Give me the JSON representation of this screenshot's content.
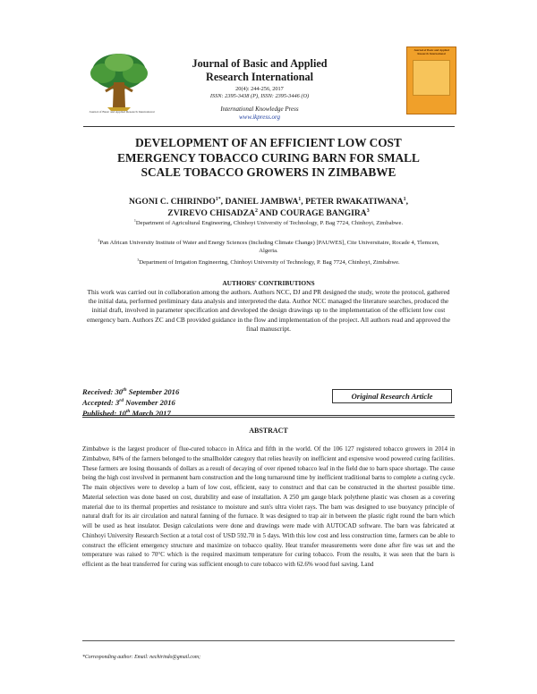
{
  "journal": {
    "logo_caption": "Journal of Basic and Applied Research International",
    "title": "Journal of Basic and Applied Research International",
    "volume": "20(4): 244-256, 2017",
    "issn": "ISSN: 2395-3438 (P), ISSN: 2395-3446 (O)",
    "publisher": "International Knowledge Press",
    "website": "www.ikpress.org",
    "cover_title": "Journal of Basic and Applied Research International"
  },
  "article": {
    "title": "DEVELOPMENT OF AN EFFICIENT LOW COST EMERGENCY TOBACCO CURING BARN FOR SMALL SCALE TOBACCO GROWERS IN ZIMBABWE",
    "authors": [
      {
        "name": "NGONI C. CHIRINDO",
        "sup": "1*"
      },
      {
        "name": "DANIEL JAMBWA",
        "sup": "1"
      },
      {
        "name": "PETER RWAKATIWANA",
        "sup": "1"
      },
      {
        "name": "ZVIREVO CHISADZA",
        "sup": "2"
      },
      {
        "name": "COURAGE BANGIRA",
        "sup": "3"
      }
    ],
    "affiliations": [
      {
        "num": "1",
        "text": "Department of Agricultural Engineering, Chinhoyi University of Technology, P. Bag 7724, Chinhoyi, Zimbabwe."
      },
      {
        "num": "2",
        "text": "Pan African University Institute of Water and Energy Sciences (Including Climate Change) [PAUWES], Cite Universitaire, Rocade 4, Tlemcen, Algeria."
      },
      {
        "num": "3",
        "text": "Department of Irrigation Engineering, Chinhoyi University of Technology, P. Bag 7724, Chinhoyi, Zimbabwe."
      }
    ],
    "contrib_heading": "AUTHORS' CONTRIBUTIONS",
    "contributions": "This work was carried out in collaboration among the authors. Authors NCC, DJ and PR designed the study, wrote the protocol, gathered the initial data, performed preliminary data analysis and interpreted the data. Author NCC managed the literature searches, produced the initial draft, involved in parameter specification and developed the design drawings up to the implementation of the efficient low cost emergency barn. Authors ZC and CB provided guidance in the flow and implementation of the project. All authors read and approved the final manuscript.",
    "dates": {
      "received": {
        "label": "Received: 30",
        "sup": "th",
        "rest": " September 2016"
      },
      "accepted": {
        "label": "Accepted: 3",
        "sup": "rd",
        "rest": " November 2016"
      },
      "published": {
        "label": "Published: 10",
        "sup": "th",
        "rest": " March 2017"
      }
    },
    "article_type": "Original Research Article",
    "abstract_heading": "ABSTRACT",
    "abstract": "Zimbabwe is the largest producer of flue-cured tobacco in Africa and fifth in the world. Of the 106 127 registered tobacco growers in 2014 in Zimbabwe, 84% of the farmers belonged to the smallholder category that relies heavily on inefficient and expensive wood powered curing facilities. These farmers are losing thousands of dollars as a result of decaying of over ripened tobacco leaf in the field due to barn space shortage. The cause being the high cost involved in permanent barn construction and the long turnaround time by inefficient traditional barns to complete a curing cycle. The main objectives were to develop a barn of low cost, efficient, easy to construct and that can be constructed in the shortest possible time. Material selection was done based on cost, durability and ease of installation. A 250 µm gauge black polythene plastic was chosen as a covering material due to its thermal properties and resistance to moisture and sun's ultra violet rays. The barn was designed to use buoyancy principle of natural draft for its air circulation and natural fanning of the furnace. It was designed to trap air in between the plastic right round the barn which will be used as heat insulator. Design calculations were done and drawings were made with AUTOCAD software. The barn was fabricated at Chinhoyi University Research Section at a total cost of USD 592.70 in 5 days. With this low cost and less construction time, farmers can be able to construct the efficient emergency structure and maximize on tobacco quality. Heat transfer measurements were done after fire was set and the temperature was raised to 70°C which is the required maximum temperature for curing tobacco. From the results, it was seen that the barn is efficient as the heat transferred for curing was sufficient enough to cure tobacco with 62.6% wood fuel saving. Land",
    "footnote": "*Corresponding author: Email: nechirindo@gmail.com;"
  },
  "colors": {
    "logo_green": "#2e7d32",
    "logo_brown": "#8a5a1a",
    "cover_orange": "#f0a02a",
    "link_blue": "#1f3fa0"
  }
}
